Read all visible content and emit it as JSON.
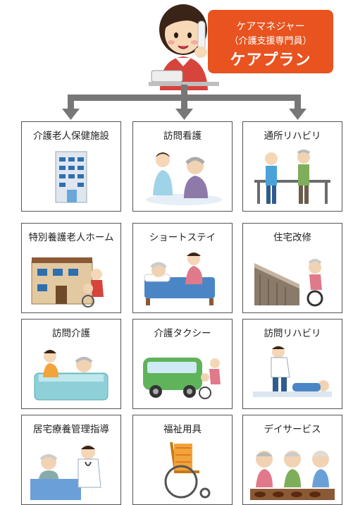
{
  "header": {
    "role_line1": "ケアマネジャー",
    "role_line2": "（介護支援専門員）",
    "plan_label": "ケアプラン"
  },
  "services": [
    {
      "label": "介護老人保健施設",
      "icon": "hospital-building-icon"
    },
    {
      "label": "訪問看護",
      "icon": "visiting-nurse-icon"
    },
    {
      "label": "通所リハビリ",
      "icon": "day-rehab-parallel-bars-icon"
    },
    {
      "label": "特別養護老人ホーム",
      "icon": "nursing-home-wheelchair-icon"
    },
    {
      "label": "ショートステイ",
      "icon": "short-stay-bed-icon"
    },
    {
      "label": "住宅改修",
      "icon": "home-ramp-wheelchair-icon"
    },
    {
      "label": "訪問介護",
      "icon": "home-bathing-care-icon"
    },
    {
      "label": "介護タクシー",
      "icon": "care-taxi-van-icon"
    },
    {
      "label": "訪問リハビリ",
      "icon": "home-rehab-therapist-icon"
    },
    {
      "label": "居宅療養管理指導",
      "icon": "doctor-home-visit-icon"
    },
    {
      "label": "福祉用具",
      "icon": "wheelchair-icon"
    },
    {
      "label": "デイサービス",
      "icon": "day-service-elders-icon"
    }
  ],
  "colors": {
    "callout": "#e8531f",
    "connector": "#777777",
    "card_border": "#555555"
  }
}
